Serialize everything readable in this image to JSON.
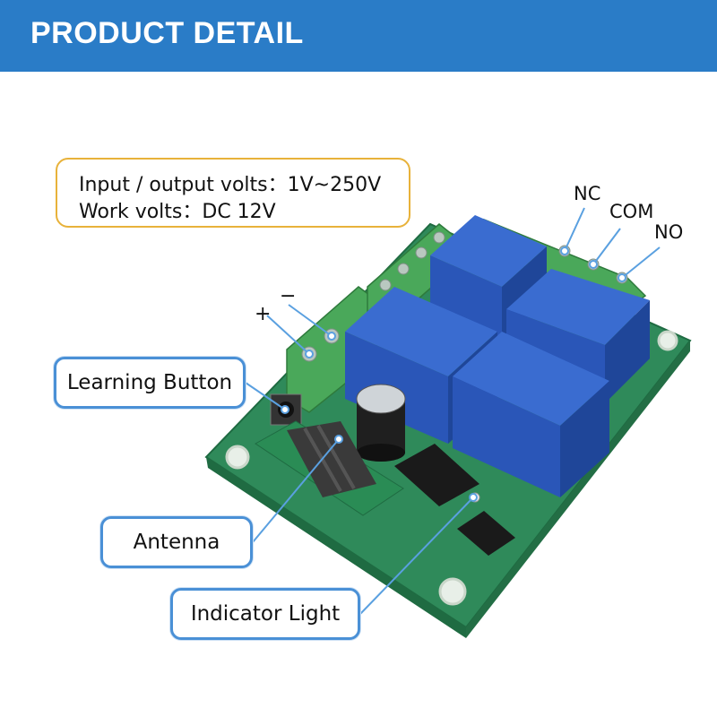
{
  "header": {
    "title": "PRODUCT DETAIL",
    "background": "#2a7cc7"
  },
  "specs": {
    "line1": "Input / output volts：1V~250V",
    "line2": "Work volts：DC 12V",
    "border_color": "#e8b23a"
  },
  "terminals": {
    "nc": "NC",
    "com": "COM",
    "no": "NO",
    "plus": "+",
    "minus": "−"
  },
  "callouts": {
    "learning_button": "Learning Button",
    "antenna": "Antenna",
    "indicator_light": "Indicator Light",
    "border_color": "#4a90d6"
  },
  "board": {
    "relay_color": "#2a56b8",
    "pcb_color": "#2f8a5a",
    "terminal_block_color": "#4aa85a"
  }
}
